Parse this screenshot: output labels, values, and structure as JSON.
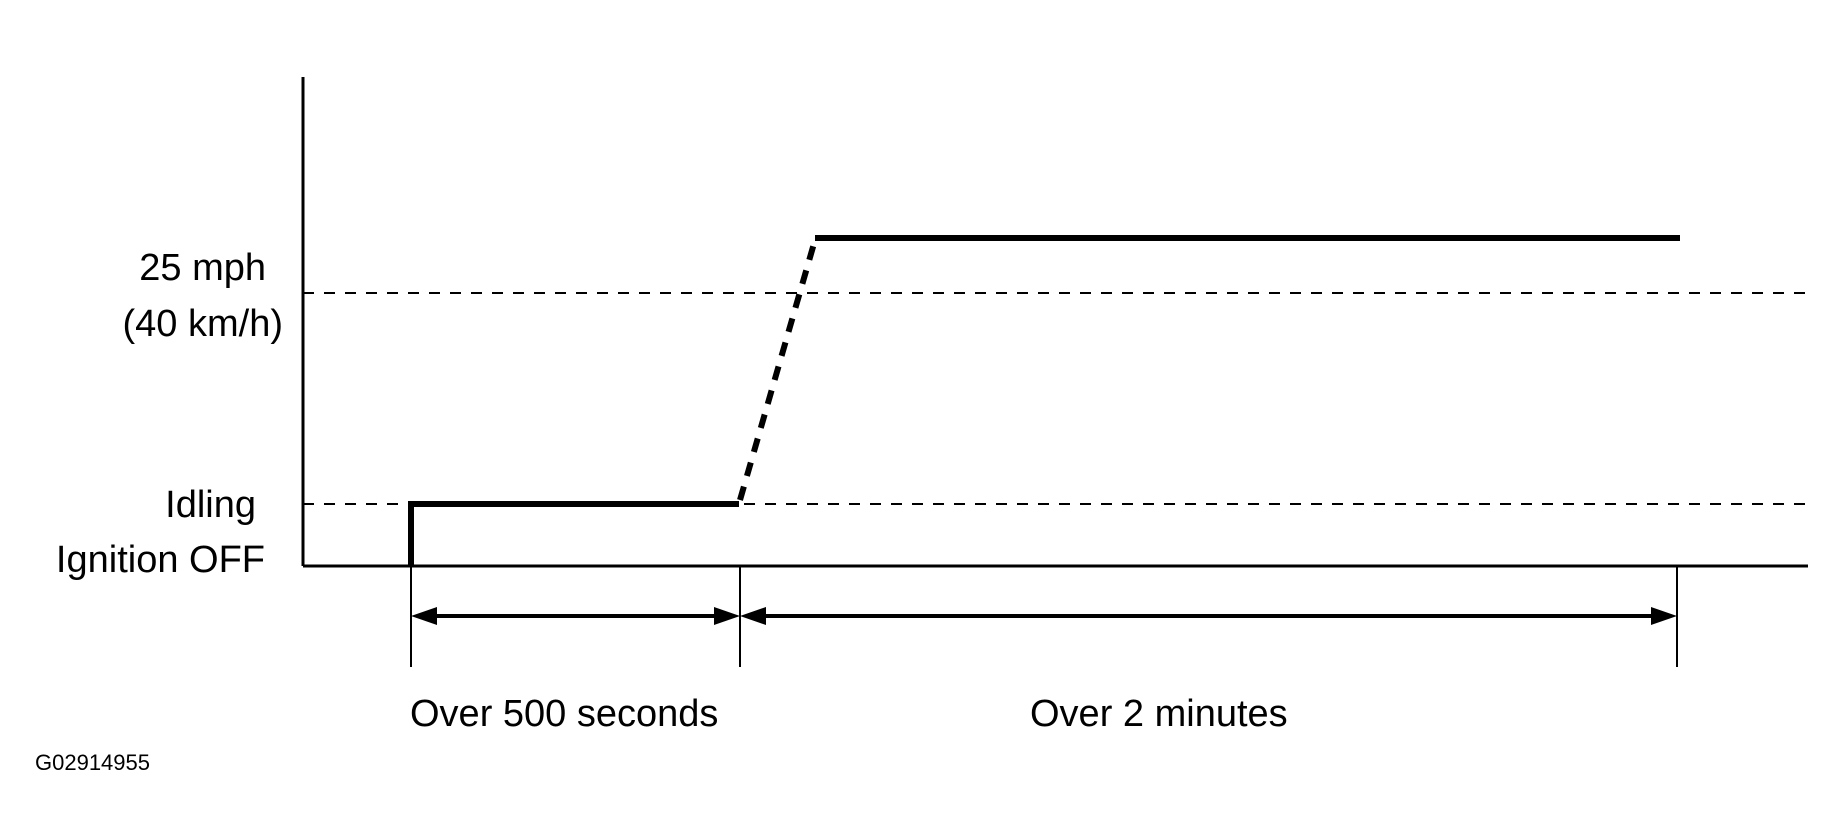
{
  "y_axis": {
    "levels": [
      {
        "lines": [
          "25 mph",
          "(40 km/h)"
        ]
      },
      {
        "lines": [
          "Idling"
        ]
      },
      {
        "lines": [
          "Ignition OFF"
        ]
      }
    ]
  },
  "intervals": [
    {
      "label": "Over 500 seconds"
    },
    {
      "label": "Over 2 minutes"
    }
  ],
  "figure_code": "G02914955",
  "colors": {
    "line": "#000000",
    "background": "#ffffff"
  }
}
